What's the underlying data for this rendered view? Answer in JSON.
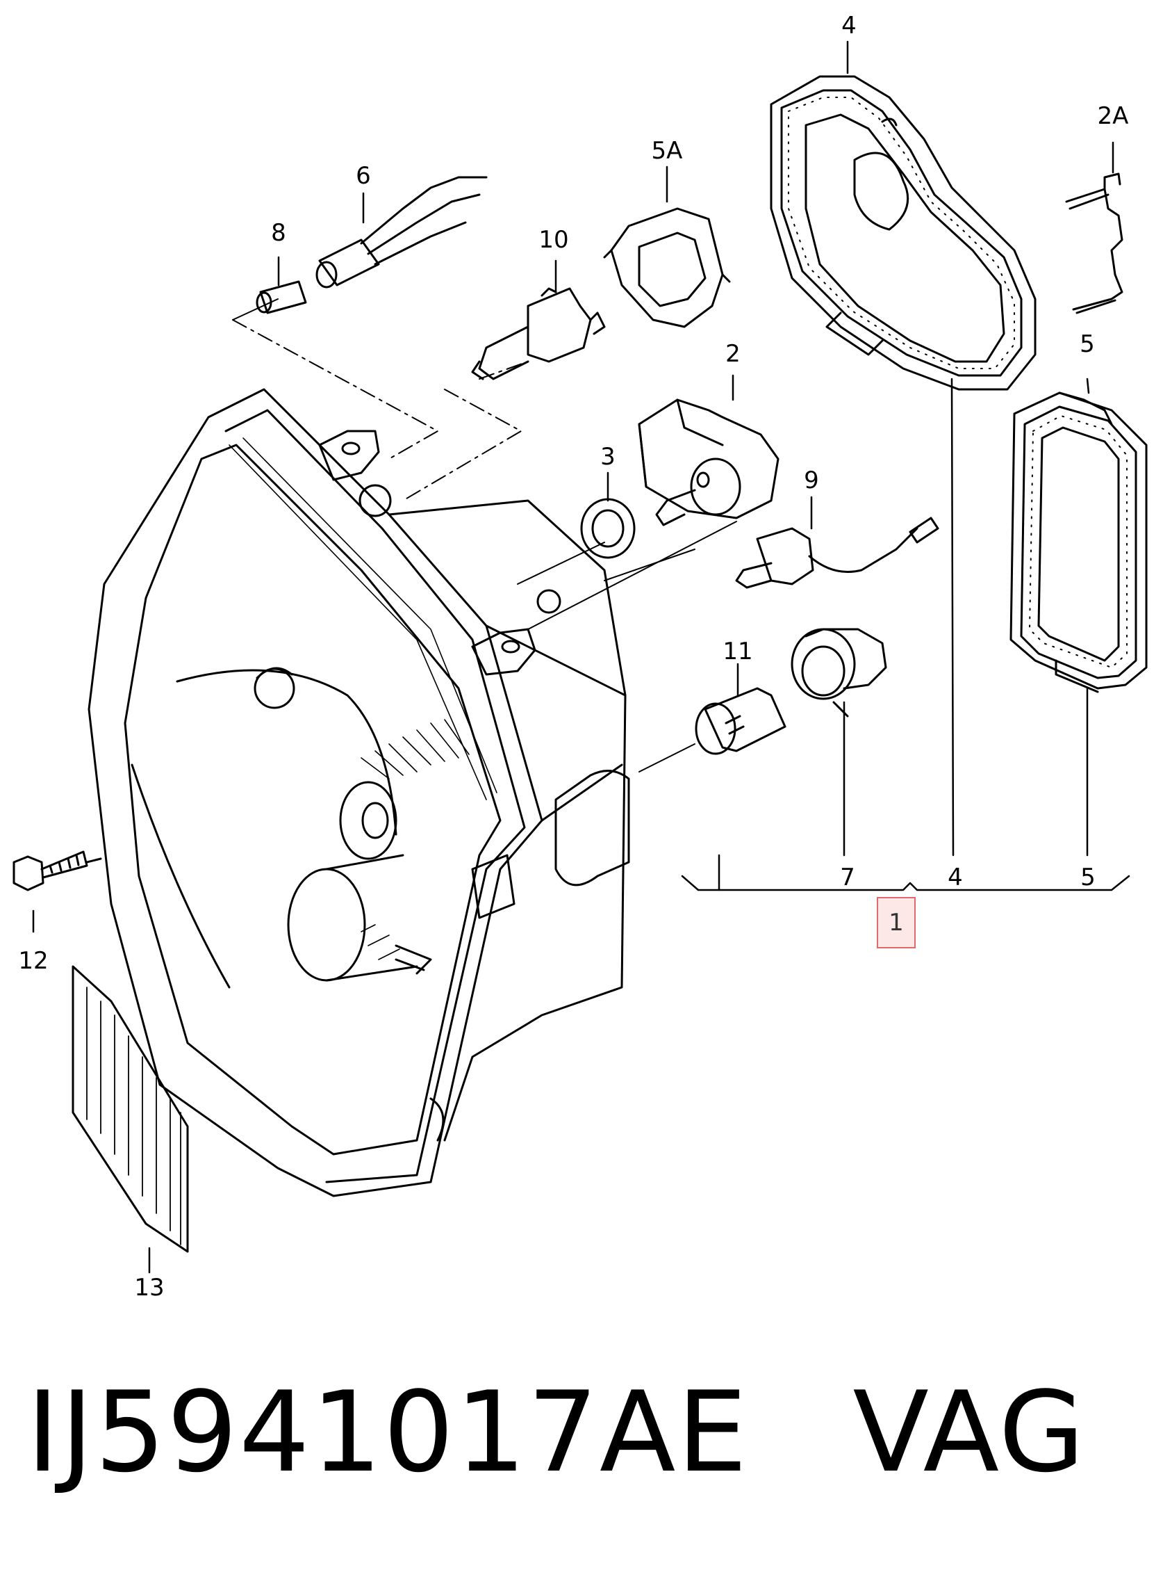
{
  "labels": {
    "l1": "1",
    "l2": "2",
    "l2a": "2A",
    "l3": "3",
    "l4_top": "4",
    "l4_bottom": "4",
    "l5_top": "5",
    "l5_bottom": "5",
    "l5a": "5A",
    "l6": "6",
    "l7": "7",
    "l8": "8",
    "l9": "9",
    "l10": "10",
    "l11": "11",
    "l12": "12",
    "l13": "13"
  },
  "caption": {
    "part_number": "IJ5941017AE",
    "brand": "VAG"
  }
}
